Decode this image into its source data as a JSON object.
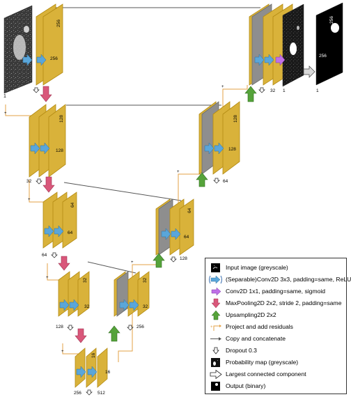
{
  "colors": {
    "feature_map": "#D9B23A",
    "feature_map_dark": "#B38A12",
    "concat_map": "#8E8E8E",
    "conv_arrow": "#5AA6DA",
    "sigmoid_arrow": "#C070E8",
    "pool_arrow": "#D9577A",
    "upsample_arrow": "#55A33A",
    "residual_line": "#E3A044",
    "copy_line": "#555555"
  },
  "diagram": {
    "input_channels": "1",
    "output_channels": "1",
    "enc1_size": "256",
    "enc1_channels": "1",
    "enc2_size": "128",
    "enc2_channels": "32",
    "enc3_size": "64",
    "enc3_channels": "64",
    "enc4_size": "32",
    "enc4_channels": "128",
    "bottleneck_size": "16",
    "bottleneck_in": "256",
    "bottleneck_out": "512",
    "dec4_size": "32",
    "dec4_channels": "256",
    "dec3_size": "64",
    "dec3_channels": "128",
    "dec2_size": "128",
    "dec2_channels": "64",
    "dec1_size": "256",
    "dec1_channels": "32",
    "prob_map_channels": "1",
    "output_size": "256"
  },
  "legend": {
    "items": [
      {
        "icon": "input-image-icon",
        "text": "Input image (greyscale)"
      },
      {
        "icon": "separable-conv-icon",
        "text": "(Separable)Conv2D 3x3, padding=same, ReLU"
      },
      {
        "icon": "conv1x1-sigmoid-icon",
        "text": "Conv2D 1x1, padding=same, sigmoid"
      },
      {
        "icon": "maxpool-icon",
        "text": "MaxPooling2D 2x2, stride 2, padding=same"
      },
      {
        "icon": "upsampling-icon",
        "text": "Upsampling2D 2x2"
      },
      {
        "icon": "residual-icon",
        "text": "Project and add residuals"
      },
      {
        "icon": "copy-concat-icon",
        "text": "Copy and concatenate"
      },
      {
        "icon": "dropout-icon",
        "text": "Dropout 0.3"
      },
      {
        "icon": "probability-map-icon",
        "text": "Probability map (greyscale)"
      },
      {
        "icon": "largest-component-icon",
        "text": "Largest connected component"
      },
      {
        "icon": "output-binary-icon",
        "text": "Output (binary)"
      }
    ]
  }
}
